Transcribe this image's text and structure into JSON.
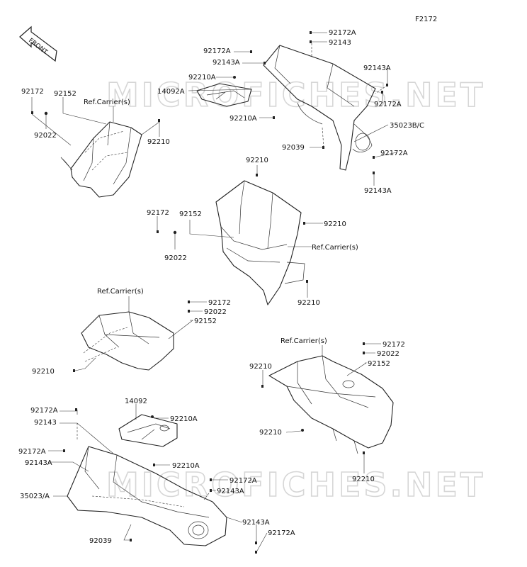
{
  "diagram_code": "F2172",
  "front_badge": "FRONT",
  "watermark": "MICROFICHES.NET",
  "colors": {
    "line": "#222222",
    "watermark": "#d6d6d6",
    "background": "#ffffff"
  },
  "labels": {
    "tr_92172a_top": "92172A",
    "tr_92143_top": "92143",
    "tr_92172a_l": "92172A",
    "tr_92143a_l": "92143A",
    "tr_92210a_1": "92210A",
    "tr_14092a": "14092A",
    "tr_92143a_r": "92143A",
    "tr_92172a_r": "92172A",
    "tr_92210a_2": "92210A",
    "tr_35023bc": "35023B/C",
    "tr_92039": "92039",
    "tr_92172a_b": "92172A",
    "tr_92143a_b": "92143A",
    "tl_92172": "92172",
    "tl_92152": "92152",
    "tl_ref": "Ref.Carrier(s)",
    "tl_92022": "92022",
    "tl_92210": "92210",
    "mc_92210_top": "92210",
    "mc_92172": "92172",
    "mc_92152": "92152",
    "mc_92210_r": "92210",
    "mc_ref": "Ref.Carrier(s)",
    "mc_92022": "92022",
    "mc_92210_b": "92210",
    "ml_ref": "Ref.Carrier(s)",
    "ml_92172": "92172",
    "ml_92022": "92022",
    "ml_92152": "92152",
    "ml_92210": "92210",
    "mr_ref": "Ref.Carrier(s)",
    "mr_92172": "92172",
    "mr_92022": "92022",
    "mr_92152": "92152",
    "mr_92210_l": "92210",
    "mr_92210_b": "92210",
    "mr_92210_bb": "92210",
    "bl_14092": "14092",
    "bl_92210a_1": "92210A",
    "bl_92172a_t": "92172A",
    "bl_92143": "92143",
    "bl_92172a_l": "92172A",
    "bl_92143a_l": "92143A",
    "bl_92210a_2": "92210A",
    "bl_92172a_m": "92172A",
    "bl_92143a_m": "92143A",
    "bl_35023a": "35023/A",
    "bl_92143a_r": "92143A",
    "bl_92172a_r": "92172A",
    "bl_92039": "92039"
  }
}
